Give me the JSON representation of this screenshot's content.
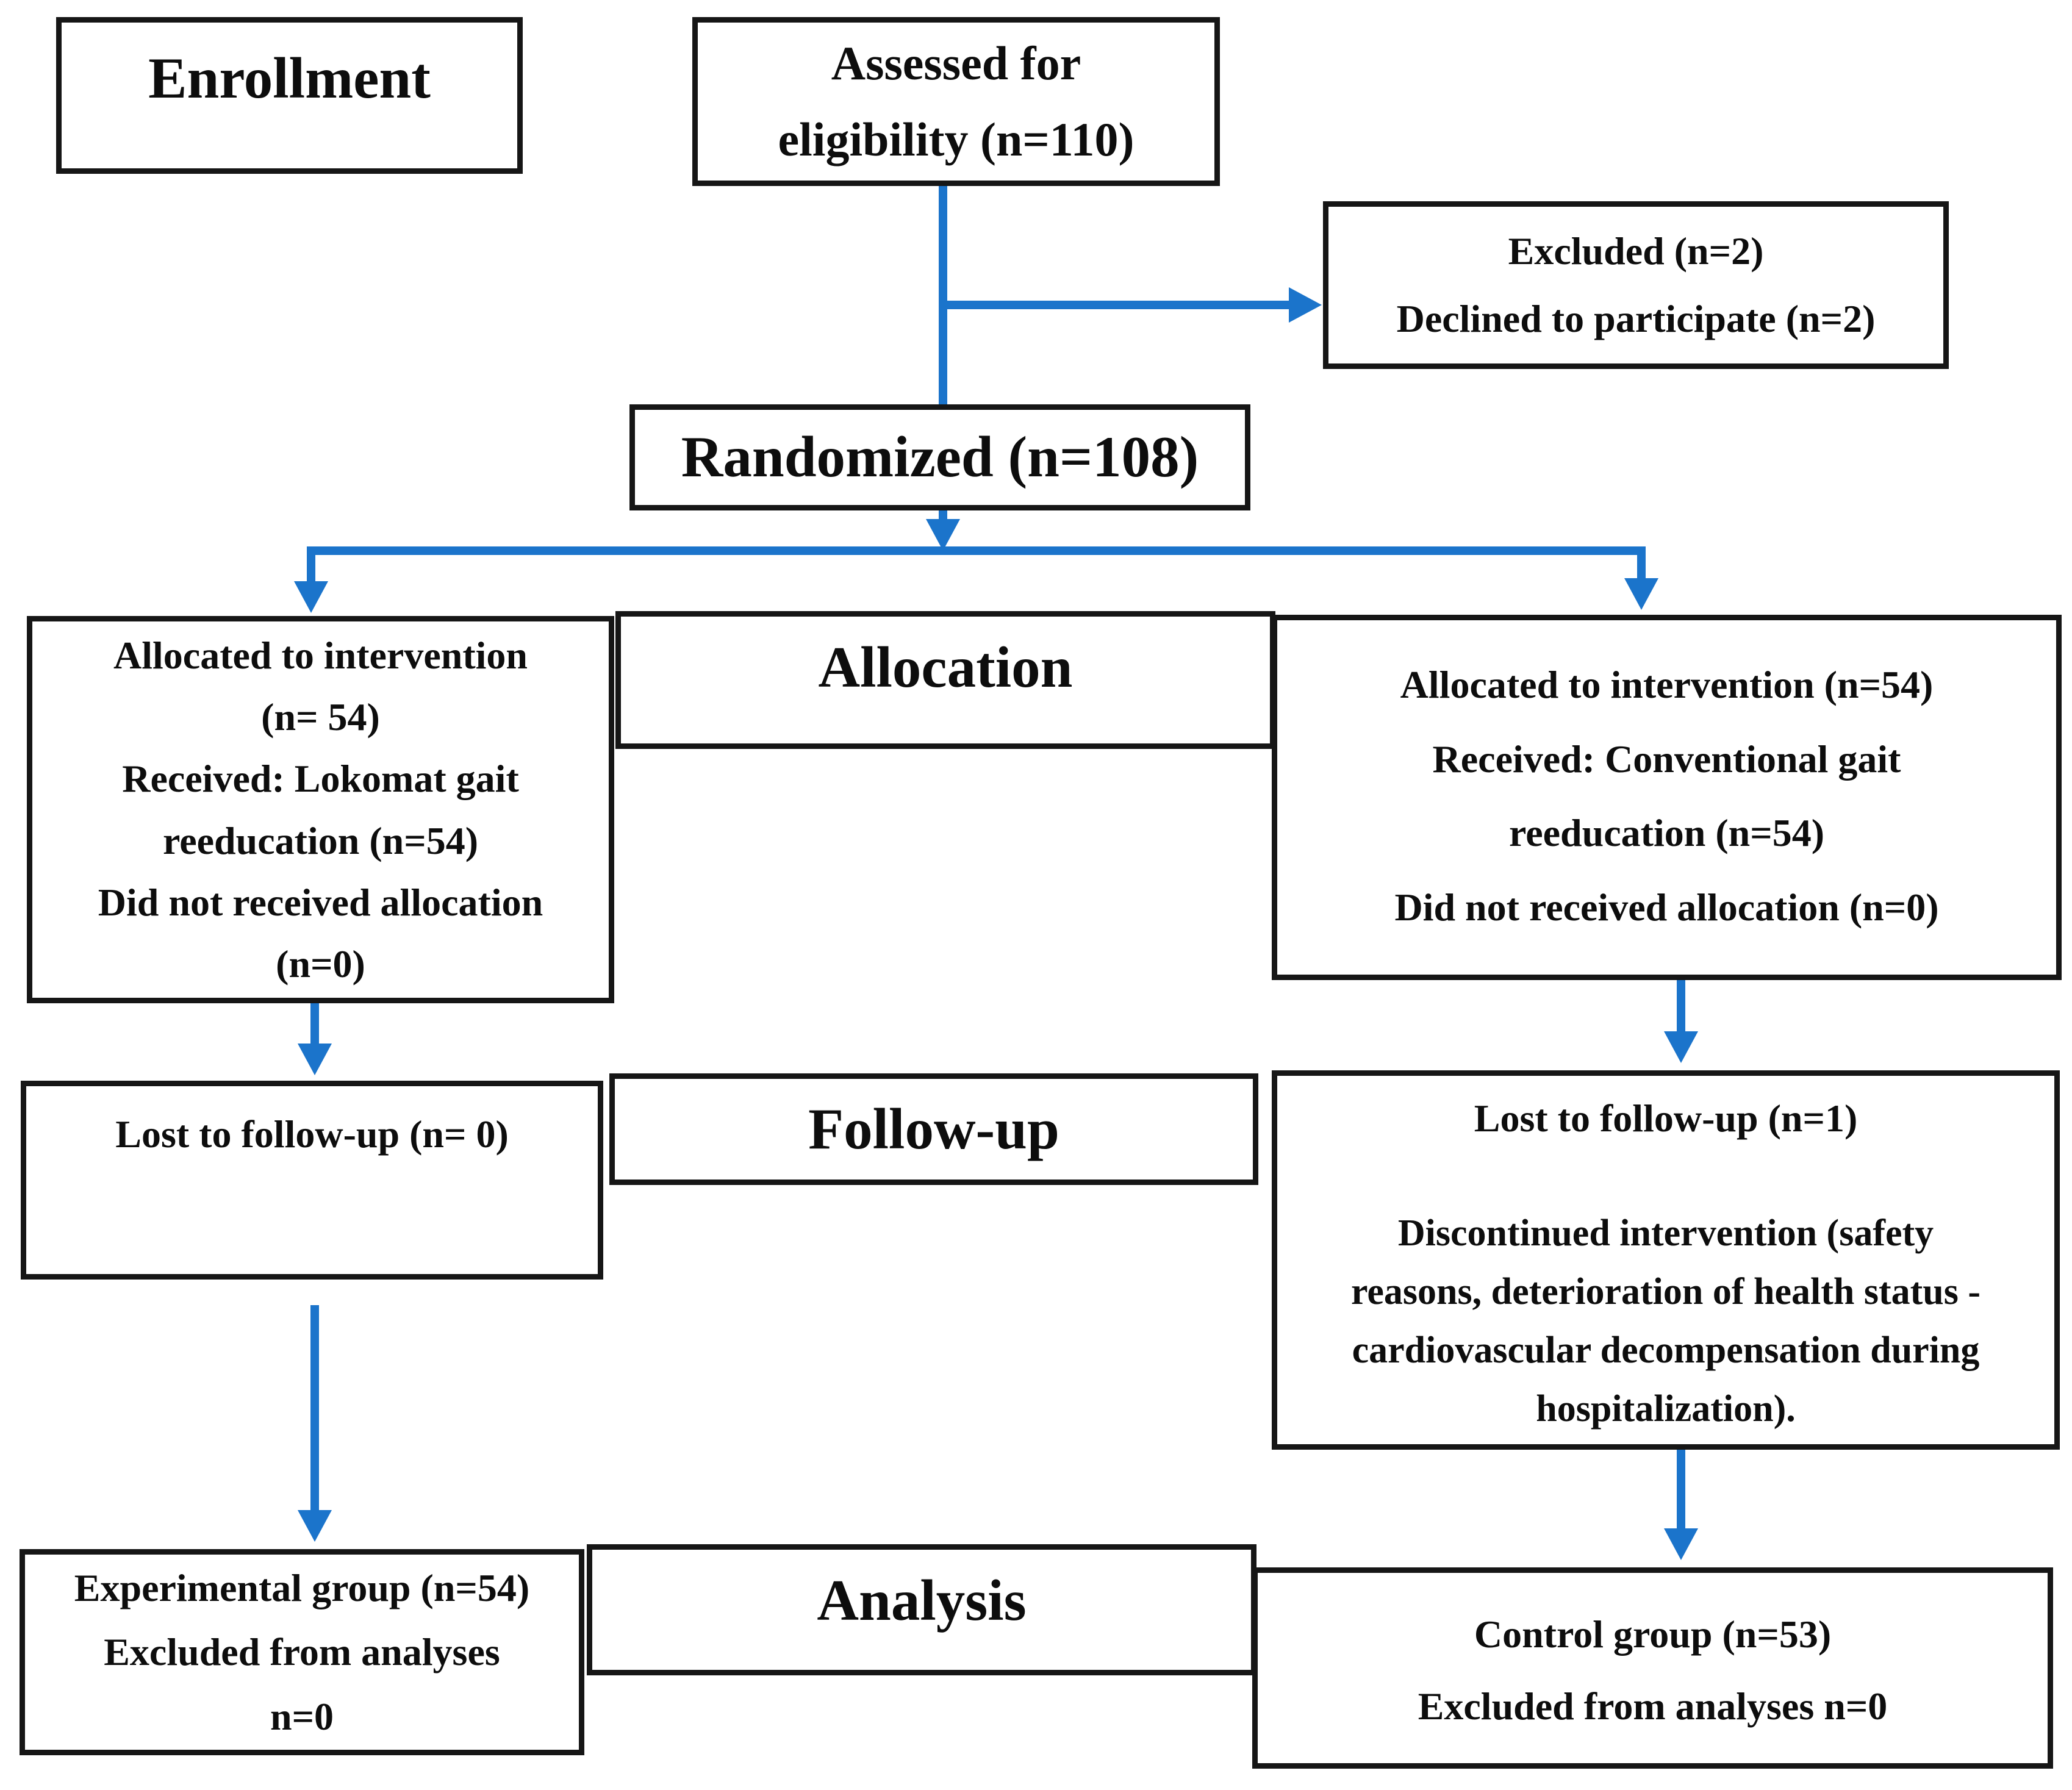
{
  "colors": {
    "arrow_blue": "#1b74cb",
    "box_border": "#161616",
    "background": "#ffffff"
  },
  "boxes": {
    "enrollment": {
      "label": "Enrollment"
    },
    "assessed": {
      "lines": [
        "Assessed for",
        "eligibility (n=110)"
      ]
    },
    "excluded": {
      "lines": [
        "Excluded (n=2)",
        "Declined to participate (n=2)"
      ]
    },
    "randomized": {
      "label": "Randomized (n=108)"
    },
    "allocation_header": {
      "label": "Allocation"
    },
    "allocation_left": {
      "lines": [
        "Allocated to intervention",
        "(n= 54)",
        "Received: Lokomat gait",
        "reeducation (n=54)",
        "Did not received allocation",
        "(n=0)"
      ]
    },
    "allocation_right": {
      "lines": [
        "Allocated to intervention (n=54)",
        "Received: Conventional gait",
        "reeducation (n=54)",
        "Did not received allocation (n=0)"
      ]
    },
    "followup_header": {
      "label": "Follow-up"
    },
    "followup_left": {
      "lines": [
        "Lost to follow-up (n= 0)"
      ]
    },
    "followup_right": {
      "lost_line": "Lost to follow-up (n=1)",
      "discontinued_lines": [
        "Discontinued intervention (safety",
        "reasons, deterioration of health status -",
        "cardiovascular decompensation during",
        "hospitalization)."
      ]
    },
    "analysis_header": {
      "label": "Analysis"
    },
    "analysis_left": {
      "lines": [
        "Experimental group (n=54)",
        "Excluded from analyses",
        "n=0"
      ]
    },
    "analysis_right": {
      "lines": [
        "Control group (n=53)",
        "Excluded from analyses n=0"
      ]
    }
  }
}
